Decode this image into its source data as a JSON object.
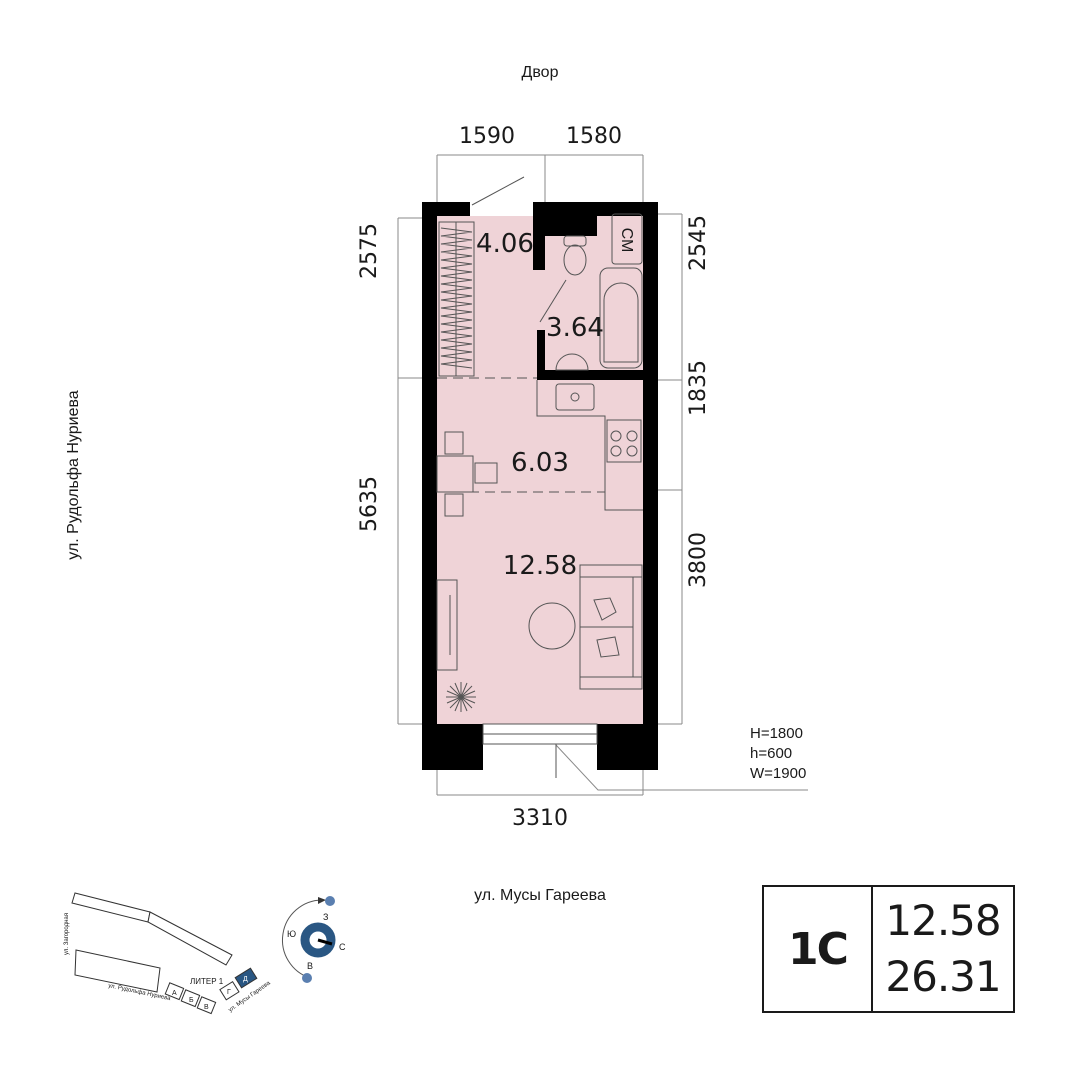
{
  "labels": {
    "top": "Двор",
    "left_street": "ул. Рудольфа Нуриева",
    "bottom_street": "ул. Мусы Гареева"
  },
  "dimensions": {
    "top_left": "1590",
    "top_right": "1580",
    "left_top": "2575",
    "left_bottom": "5635",
    "right_top": "2545",
    "right_mid": "1835",
    "right_bottom": "3800",
    "bottom": "3310"
  },
  "rooms": {
    "hall": "4.06",
    "bathroom": "3.64",
    "kitchen": "6.03",
    "living": "12.58",
    "washer": "СМ"
  },
  "window_spec": {
    "H": "H=1800",
    "h": "h=600",
    "W": "W=1900"
  },
  "site_plan": {
    "street_zagorodnaya": "ул. Загородная",
    "street_nurieva": "ул. Рудольфа Нуриева",
    "street_gareeva": "ул. Мусы Гареева",
    "liter": "ЛИТЕР 1",
    "sections": [
      "А",
      "Б",
      "В",
      "Г",
      "Д"
    ],
    "highlight_color": "#2a5783"
  },
  "compass": {
    "north": "С",
    "south": "Ю",
    "east": "В",
    "west": "З",
    "color": "#2a5783"
  },
  "summary": {
    "type": "1С",
    "living_area": "12.58",
    "total_area": "26.31"
  },
  "colors": {
    "floor": "#efd3d7",
    "wall": "#000000"
  }
}
